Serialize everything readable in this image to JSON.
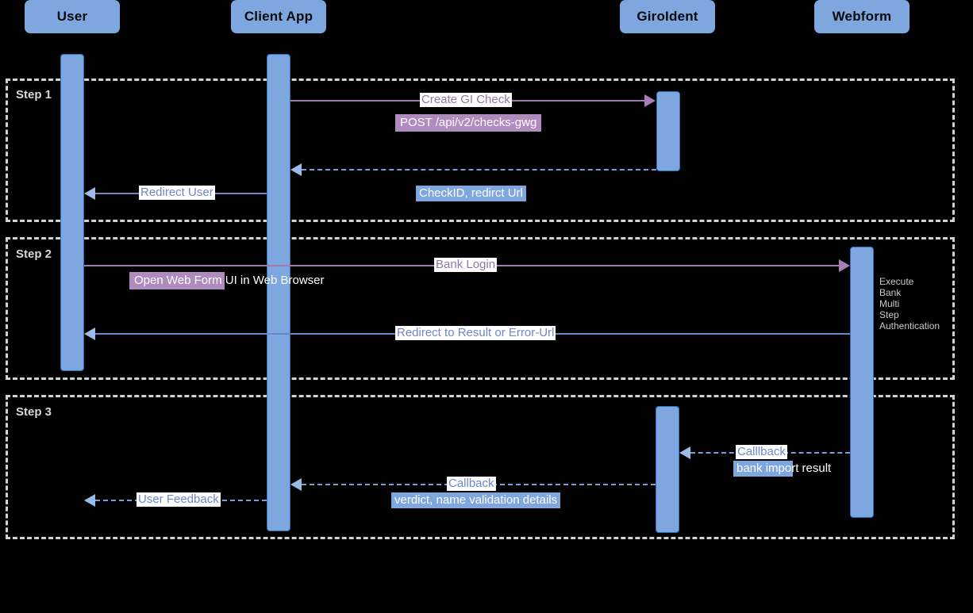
{
  "diagram": {
    "type": "sequence",
    "title": "GiroIdent bank identification sequence",
    "colors": {
      "background": "#000000",
      "participant_fill": "#7EA6DF",
      "activation_fill": "#7EA6DF",
      "activation_border": "#2A72B8",
      "frame_dash": "#D2D2D2",
      "purple_line": "#9F7BAE",
      "blue_line": "#6E84C4",
      "blue_dash": "#7D9BD6",
      "label_purple_text": "#9A72AA",
      "label_blue_text": "#6E86CC",
      "note_purple_fill": "#AF8BBE",
      "note_blue_fill": "#7EA6DF"
    }
  },
  "participants": [
    {
      "id": "user",
      "label": "User"
    },
    {
      "id": "client_app",
      "label": "Client App"
    },
    {
      "id": "giroident",
      "label": "GiroIdent"
    },
    {
      "id": "webform",
      "label": "Webform"
    }
  ],
  "frames": [
    {
      "id": "step1",
      "label": "Step 1"
    },
    {
      "id": "step2",
      "label": "Step 2"
    },
    {
      "id": "step3",
      "label": "Step 3"
    }
  ],
  "messages": [
    {
      "id": "m1",
      "frame": "step1",
      "from": "client_app",
      "to": "giroident",
      "label": "Create GI Check",
      "style": "solid",
      "color": "purple",
      "note": "POST /api/v2/checks-gwg",
      "note_style": "white-on-purple"
    },
    {
      "id": "m2",
      "frame": "step1",
      "from": "giroident",
      "to": "client_app",
      "label": "",
      "style": "dashed",
      "color": "blue",
      "note": "CheckID, redirct Url",
      "note_style": "white-on-blue"
    },
    {
      "id": "m3",
      "frame": "step1",
      "from": "client_app",
      "to": "user",
      "label": "Redirect User",
      "style": "solid",
      "color": "blue",
      "note": "",
      "note_style": ""
    },
    {
      "id": "m4",
      "frame": "step2",
      "from": "user",
      "to": "webform",
      "label": "Bank Login",
      "style": "solid",
      "color": "purple",
      "note": "Open Web Form\nUI in Web Browser",
      "note_style": "white-on-purple"
    },
    {
      "id": "m5",
      "frame": "step2",
      "from": "webform",
      "to": "user",
      "label": "Redirect to Result or Error-Url",
      "style": "solid",
      "color": "blue",
      "note": "",
      "note_style": ""
    },
    {
      "id": "m6",
      "frame": "step3",
      "from": "webform",
      "to": "giroident",
      "label": "Calllback",
      "style": "dashed",
      "color": "blue",
      "note": "bank import\nresult",
      "note_style": "white-on-blue"
    },
    {
      "id": "m7",
      "frame": "step3",
      "from": "giroident",
      "to": "client_app",
      "label": "Callback",
      "style": "dashed",
      "color": "blue",
      "note": "verdict, name validation details",
      "note_style": "white-on-blue"
    },
    {
      "id": "m8",
      "frame": "step3",
      "from": "client_app",
      "to": "user",
      "label": "User Feedback",
      "style": "dashed",
      "color": "blue",
      "note": "",
      "note_style": ""
    }
  ],
  "notes": {
    "webform_execute": "Execute\nBank\nMulti\nStep\nAuthentication"
  }
}
